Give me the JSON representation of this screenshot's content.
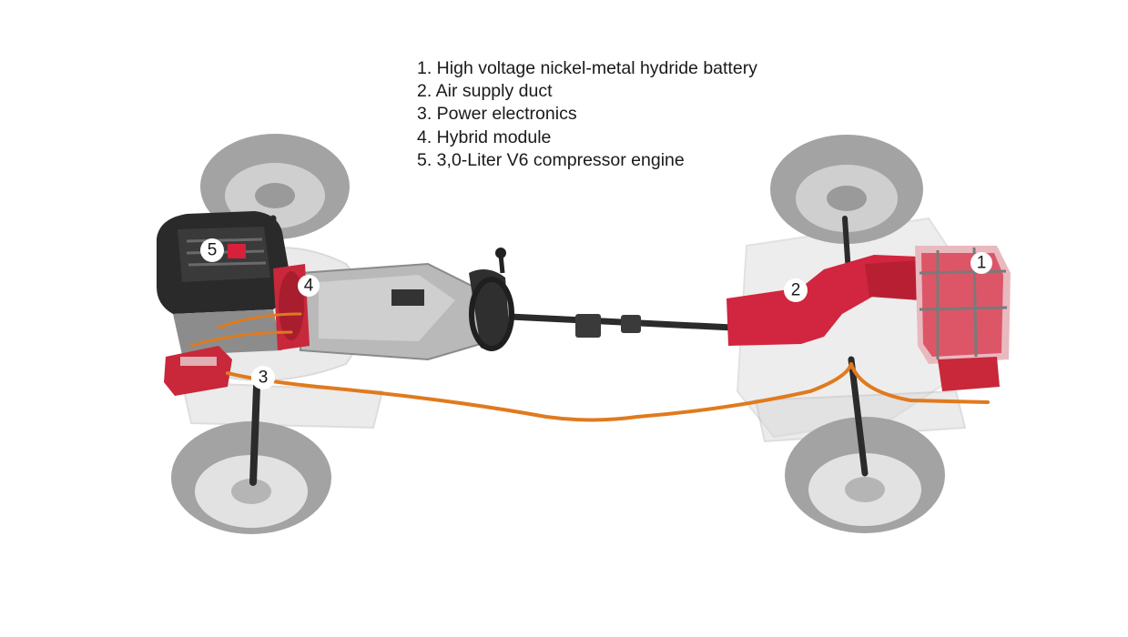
{
  "legend": [
    "1. High voltage nickel-metal hydride battery",
    "2. Air supply duct",
    "3. Power electronics",
    "4. Hybrid module",
    "5. 3,0-Liter V6 compressor engine"
  ],
  "callouts": [
    "1",
    "2",
    "3",
    "4",
    "5"
  ],
  "colors": {
    "component_red": "#c8283a",
    "cable_orange": "#e07a1e",
    "wheel_gray": "#9a9a9a",
    "drivetrain_dark": "#2b2b2b",
    "chassis_light": "#d6d6d6"
  }
}
